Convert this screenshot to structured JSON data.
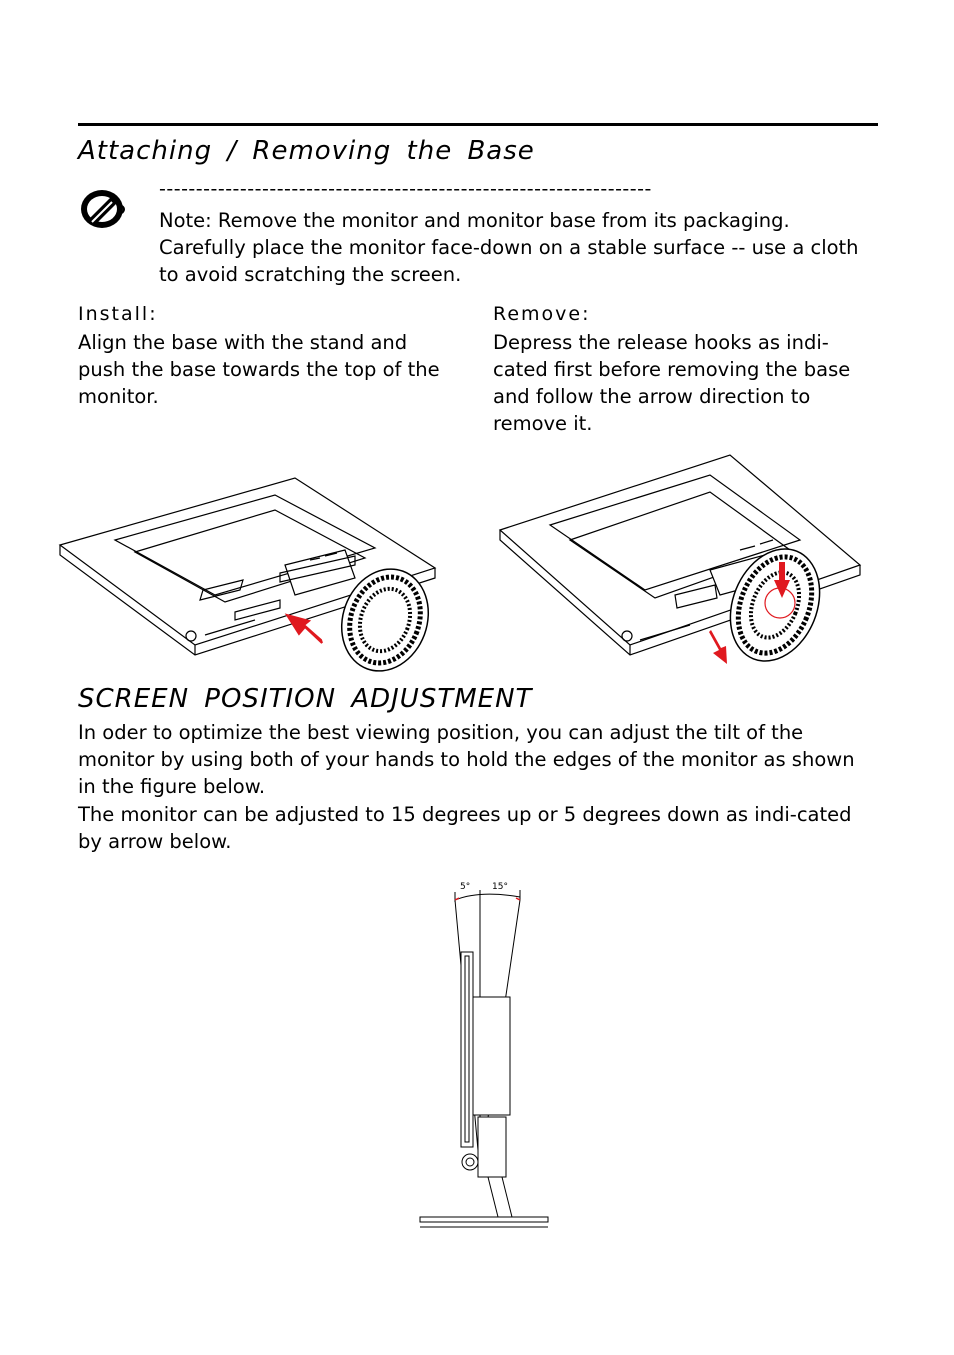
{
  "section1": {
    "title": "Attaching / Removing the Base",
    "note_dashes": "-------------------------------------------------------------------",
    "note_text": "Note: Remove the monitor and monitor base from its packaging. Carefully place the monitor face-down on a stable surface -- use a cloth to avoid scratching the screen.",
    "install": {
      "heading": "Install:",
      "text": "Align the base with the stand and push the base towards the top of the monitor."
    },
    "remove": {
      "heading": "Remove:",
      "text": "Depress the release hooks as indi-cated first before removing the base and follow the arrow direction to remove it."
    }
  },
  "section2": {
    "title": "SCREEN POSITION ADJUSTMENT",
    "para1": "In oder to optimize the best viewing position, you can adjust the tilt of the monitor by using both of your hands to hold the edges of the monitor as shown in the figure below.",
    "para2": "The monitor can be adjusted to 15 degrees up or 5 degrees down as indi-cated by arrow below.",
    "tilt_down_label": "5°",
    "tilt_up_label": "15°"
  },
  "icons": {
    "note": "note-pencil-icon",
    "arrow": "red-arrow-icon"
  },
  "colors": {
    "arrow": "#e0191f",
    "line": "#000000"
  }
}
